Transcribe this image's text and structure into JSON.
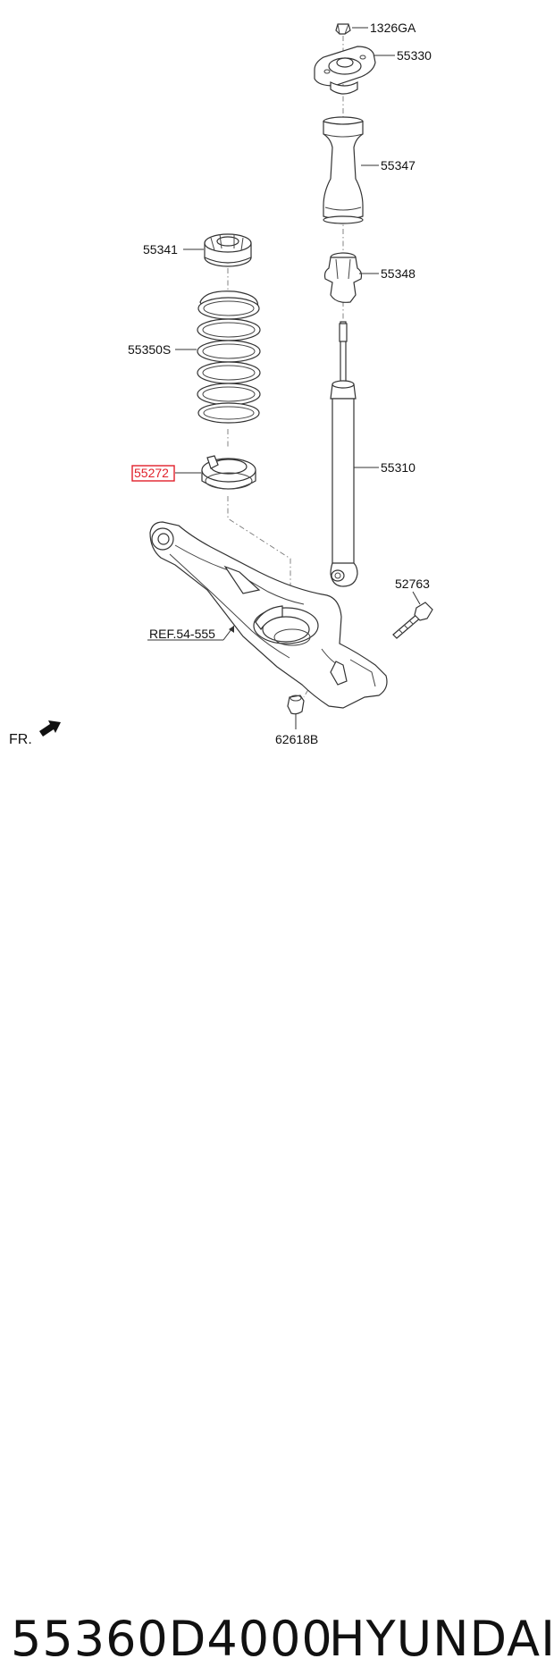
{
  "callouts": {
    "nut_top": "1326GA",
    "upper_mount": "55330",
    "dust_cover": "55347",
    "bump_stopper": "55348",
    "shock_absorber": "55310",
    "upper_spring_pad": "55341",
    "coil_spring": "55350S",
    "lower_spring_pad": "55272",
    "bolt": "52763",
    "nut_bottom": "62618B",
    "reference": "REF.54-555",
    "front_indicator": "FR."
  },
  "caption": {
    "part_number": "55360D4000",
    "brand": "HYUNDAI"
  },
  "colors": {
    "highlight": "#e0202a",
    "line": "#333333"
  }
}
